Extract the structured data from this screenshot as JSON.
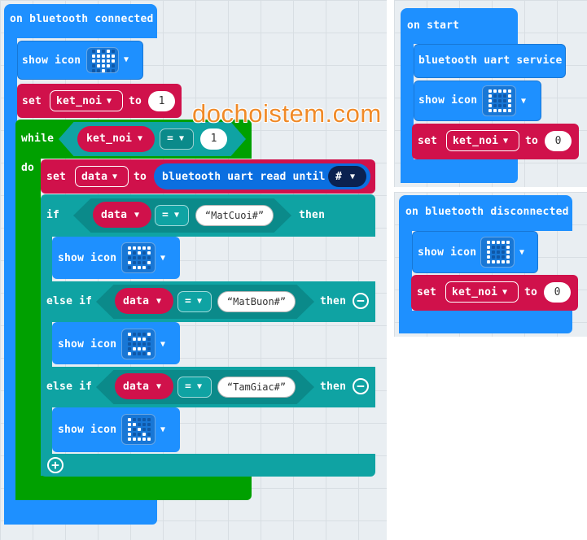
{
  "watermark": "dochoistem.com",
  "colors": {
    "basic": "#1e90ff",
    "variables": "#d0114b",
    "logic": "#0fa3a3",
    "loops": "#00a000",
    "bluetooth_read": "#0b6fe0"
  },
  "icons": [
    "heart-icon",
    "square-icon",
    "small-square-icon",
    "happy-face-icon",
    "sad-face-icon",
    "triangle-icon"
  ],
  "connected": {
    "hat_label": "on bluetooth connected",
    "show_icon_label": "show icon",
    "set_label": "set",
    "var_name": "ket_noi",
    "to_label": "to",
    "set_value": "1",
    "while_label": "while",
    "do_label": "do",
    "cond_var": "ket_noi",
    "cond_op": "=",
    "cond_value": "1",
    "set_data_label": "set",
    "data_var": "data",
    "data_to_label": "to",
    "read_label": "bluetooth uart read until",
    "delimiter": "#",
    "if_label": "if",
    "elseif_label": "else if",
    "then_label": "then",
    "branches": [
      {
        "var": "data",
        "op": "=",
        "value": "MatCuoi#",
        "icon_label": "show icon"
      },
      {
        "var": "data",
        "op": "=",
        "value": "MatBuon#",
        "icon_label": "show icon"
      },
      {
        "var": "data",
        "op": "=",
        "value": "TamGiac#",
        "icon_label": "show icon"
      }
    ]
  },
  "start": {
    "hat_label": "on start",
    "service_label": "bluetooth uart service",
    "show_icon_label": "show icon",
    "set_label": "set",
    "var_name": "ket_noi",
    "to_label": "to",
    "set_value": "0"
  },
  "disconnected": {
    "hat_label": "on bluetooth disconnected",
    "show_icon_label": "show icon",
    "set_label": "set",
    "var_name": "ket_noi",
    "to_label": "to",
    "set_value": "0"
  }
}
